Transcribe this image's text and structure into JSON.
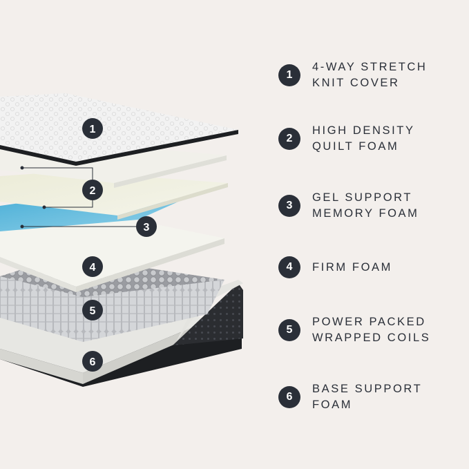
{
  "layers": [
    {
      "number": "1",
      "lines": [
        "4-WAY STRETCH",
        "KNIT COVER"
      ]
    },
    {
      "number": "2",
      "lines": [
        "HIGH DENSITY",
        "QUILT FOAM"
      ]
    },
    {
      "number": "3",
      "lines": [
        "GEL SUPPORT",
        "MEMORY FOAM"
      ]
    },
    {
      "number": "4",
      "lines": [
        "FIRM FOAM"
      ]
    },
    {
      "number": "5",
      "lines": [
        "POWER PACKED",
        "WRAPPED COILS"
      ]
    },
    {
      "number": "6",
      "lines": [
        "BASE SUPPORT",
        "FOAM"
      ]
    }
  ],
  "colors": {
    "background": "#f3efec",
    "badge": "#2a2f38",
    "text": "#2a2f38",
    "gel_foam": "#6fbfdc",
    "cover_edge": "#1d1f22",
    "base_fabric": "#2b2d31"
  }
}
